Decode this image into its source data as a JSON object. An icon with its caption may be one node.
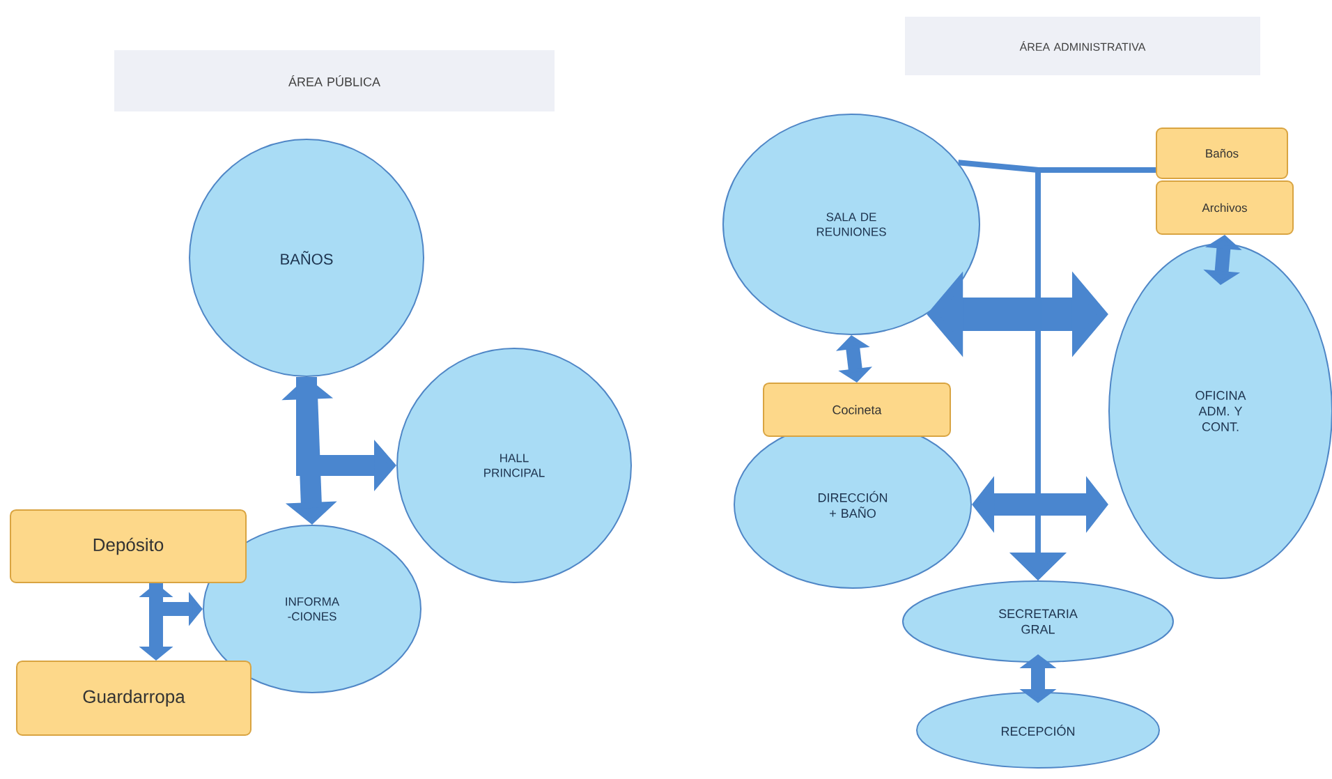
{
  "diagram": {
    "nodes": [
      {
        "text": [
          "ÁREA PÚBLICA"
        ]
      },
      {
        "text": [
          "BAÑOS"
        ]
      },
      {
        "text": [
          "HALL PRINCIPAL"
        ]
      },
      {
        "text": [
          "INFORMA -CIONES"
        ]
      },
      {
        "text": [
          "Depósito"
        ]
      },
      {
        "text": [
          "Guardarropa"
        ]
      },
      {
        "text": [
          "ÁREA ADMINISTRATIVA"
        ]
      },
      {
        "text": [
          "SALA DE REUNIONES"
        ]
      },
      {
        "text": [
          "Baños"
        ]
      },
      {
        "text": [
          "Archivos"
        ]
      },
      {
        "text": [
          "OFICINA ADM. Y CONT."
        ]
      },
      {
        "text": [
          "Cocineta"
        ]
      },
      {
        "text": [
          "DIRECCIÓN + BAÑO"
        ]
      },
      {
        "text": [
          "SECRETARIA GRAL"
        ]
      },
      {
        "text": [
          "RECEPCIÓN"
        ]
      }
    ],
    "edges": [
      {
        "from": 1,
        "to": 3,
        "arrow": "both"
      },
      {
        "from": 1,
        "to": 2,
        "arrow": "to"
      },
      {
        "from": 4,
        "to": 5,
        "arrow": "both"
      },
      {
        "from": 4,
        "to": 3,
        "arrow": "to"
      },
      {
        "from": 7,
        "to": 11,
        "arrow": "both"
      },
      {
        "from": 9,
        "to": 10,
        "arrow": "both"
      },
      {
        "from": 7,
        "to": 10,
        "arrow": "both",
        "style": "thick"
      },
      {
        "from": 7,
        "to": 13,
        "arrow": "to"
      },
      {
        "from": 8,
        "to": 13,
        "arrow": "to"
      },
      {
        "from": 12,
        "to": 10,
        "arrow": "both"
      },
      {
        "from": 13,
        "to": 14,
        "arrow": "both"
      }
    ]
  }
}
